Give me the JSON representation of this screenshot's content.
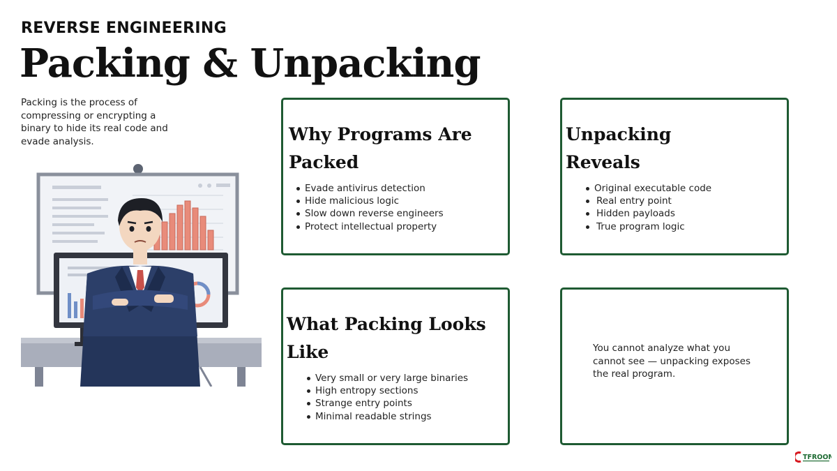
{
  "header": {
    "kicker": "REVERSE ENGINEERING",
    "title": "Packing & Unpacking"
  },
  "intro": "Packing is the process of compressing or encrypting a binary to hide its real code and evade analysis.",
  "cards": [
    {
      "title": "Why Programs Are Packed",
      "items": [
        "Evade antivirus detection",
        "Hide malicious logic",
        "Slow down reverse engineers",
        "Protect intellectual property"
      ]
    },
    {
      "title": "Unpacking Reveals",
      "items": [
        "Original executable code",
        "Real entry point",
        "Hidden payloads",
        "True program logic"
      ]
    },
    {
      "title": "What Packing Looks Like",
      "items": [
        "Very small or very large binaries",
        "High entropy sections",
        "Strange entry points",
        "Minimal readable strings"
      ]
    },
    {
      "body": "You cannot analyze what you cannot see — unpacking exposes the real program."
    }
  ],
  "logo": {
    "text": "TFROOM",
    "colors": {
      "mark": "#d71920",
      "wordmark": "#1e6b33"
    }
  },
  "colors": {
    "card_border": "#1e5a32",
    "illustration_bars": "#e88b7a",
    "suit": "#24355a"
  }
}
